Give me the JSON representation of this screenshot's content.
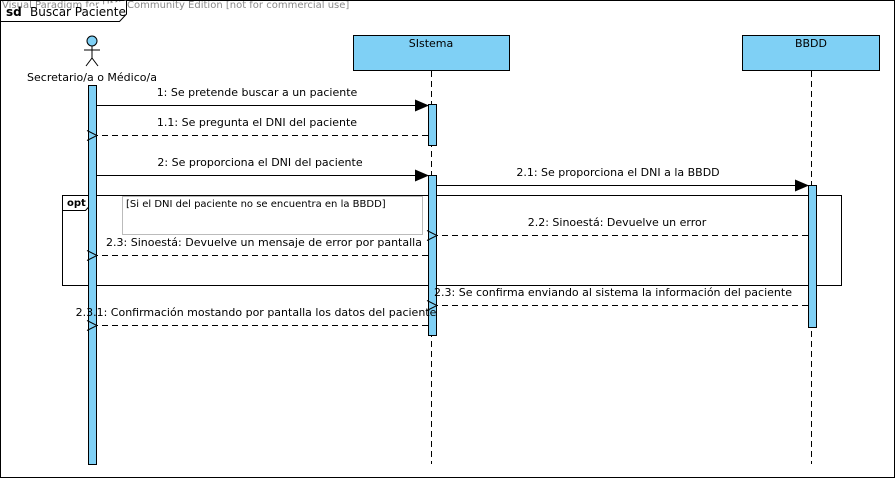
{
  "watermark": "Visual Paradigm for UML Community Edition [not for commercial use]",
  "frame": {
    "kind": "sd",
    "name": "Buscar Paciente"
  },
  "lifelines": {
    "actor": "Secretario/a o Médico/a",
    "sistema": "SIstema",
    "bbdd": "BBDD"
  },
  "fragment": {
    "operator": "opt",
    "guard": "[Si el DNI del paciente no se encuentra en la BBDD]"
  },
  "messages": [
    {
      "id": "m1",
      "label": "1: Se pretende buscar a un paciente",
      "kind": "sync"
    },
    {
      "id": "m1_1",
      "label": "1.1: Se pregunta el DNI del paciente",
      "kind": "return"
    },
    {
      "id": "m2",
      "label": "2: Se proporciona el DNI del paciente",
      "kind": "sync"
    },
    {
      "id": "m2_1",
      "label": "2.1: Se proporciona el DNI a la BBDD",
      "kind": "sync"
    },
    {
      "id": "m2_2",
      "label": "2.2: Sinoestá: Devuelve un error",
      "kind": "return"
    },
    {
      "id": "m2_3",
      "label": "2.3: Sinoestá: Devuelve un mensaje de error por pantalla",
      "kind": "return"
    },
    {
      "id": "m2_3b",
      "label": "2.3: Se confirma enviando al sistema la información del paciente",
      "kind": "return"
    },
    {
      "id": "m2_3_1",
      "label": "2.3.1: Confirmación mostando por pantalla los datos del paciente",
      "kind": "return"
    }
  ],
  "colors": {
    "lifeline_fill": "#7fd0f5",
    "activation_fill": "#7fd0f5",
    "line": "#000000",
    "guard_border": "#bbbbbb"
  }
}
